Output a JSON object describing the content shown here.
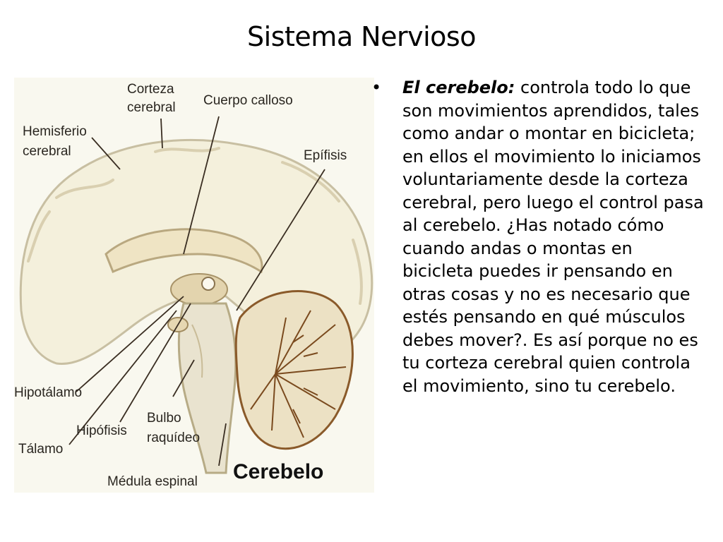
{
  "slide": {
    "title": "Sistema Nervioso"
  },
  "diagram": {
    "labels": {
      "corteza_l1": "Corteza",
      "corteza_l2": "cerebral",
      "cuerpo_calloso": "Cuerpo calloso",
      "hemisferio_l1": "Hemisferio",
      "hemisferio_l2": "cerebral",
      "epifisis": "Epífisis",
      "hipotalamo": "Hipotálamo",
      "hipofisis": "Hipófisis",
      "talamo": "Tálamo",
      "bulbo_l1": "Bulbo",
      "bulbo_l2": "raquídeo",
      "medula": "Médula espinal",
      "cerebelo": "Cerebelo"
    },
    "colors": {
      "cortex_fill": "#f4f0dc",
      "cortex_edge": "#c8bfa2",
      "cerebellum_fill": "#ece1c4",
      "cerebellum_branches": "#7a4a1e",
      "brainstem_fill": "#e9e3cf",
      "leader_line": "#3a2e22"
    }
  },
  "text": {
    "term": "El cerebelo:",
    "body": " controla todo lo que son movimientos aprendidos, tales como andar o montar en bicicleta; en ellos el movimiento lo iniciamos voluntariamente desde la corteza cerebral, pero luego el control pasa al cerebelo. ¿Has notado cómo cuando andas o montas en bicicleta puedes ir pensando en otras cosas y no es necesario que estés pensando en qué músculos debes mover?. Es así porque no es tu corteza cerebral quien controla el movimiento, sino tu cerebelo."
  }
}
